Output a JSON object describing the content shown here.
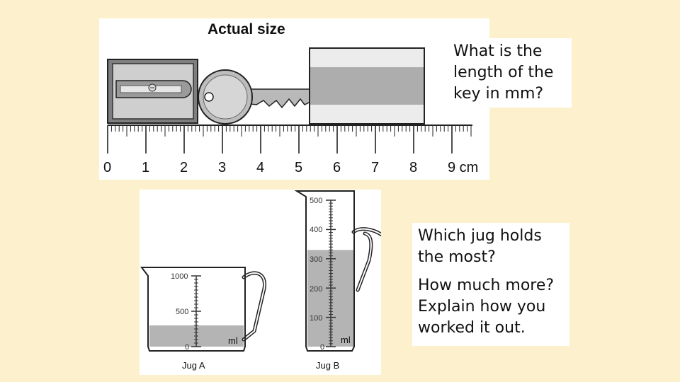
{
  "ruler_figure": {
    "title": "Actual size",
    "tick_labels": [
      "0",
      "1",
      "2",
      "3",
      "4",
      "5",
      "6",
      "7",
      "8",
      "9 cm"
    ]
  },
  "jugs_figure": {
    "jug_a": {
      "name": "Jug A",
      "unit": "ml",
      "scale_labels": [
        "1000",
        "500",
        "0"
      ],
      "max_ml": 1000,
      "water_level_ml": 300
    },
    "jug_b": {
      "name": "Jug B",
      "unit": "ml",
      "scale_labels": [
        "500",
        "400",
        "300",
        "200",
        "100",
        "0"
      ],
      "max_ml": 500,
      "water_level_ml": 330
    },
    "colors": {
      "water": "#b4b4b4",
      "outline": "#222222"
    }
  },
  "question1": {
    "lines": [
      "What is the",
      "length of the",
      "key in mm?"
    ]
  },
  "question2": {
    "lines": [
      "Which jug holds",
      "the most?"
    ],
    "lines2": [
      "How much more?",
      "Explain how you",
      "worked it out."
    ]
  }
}
